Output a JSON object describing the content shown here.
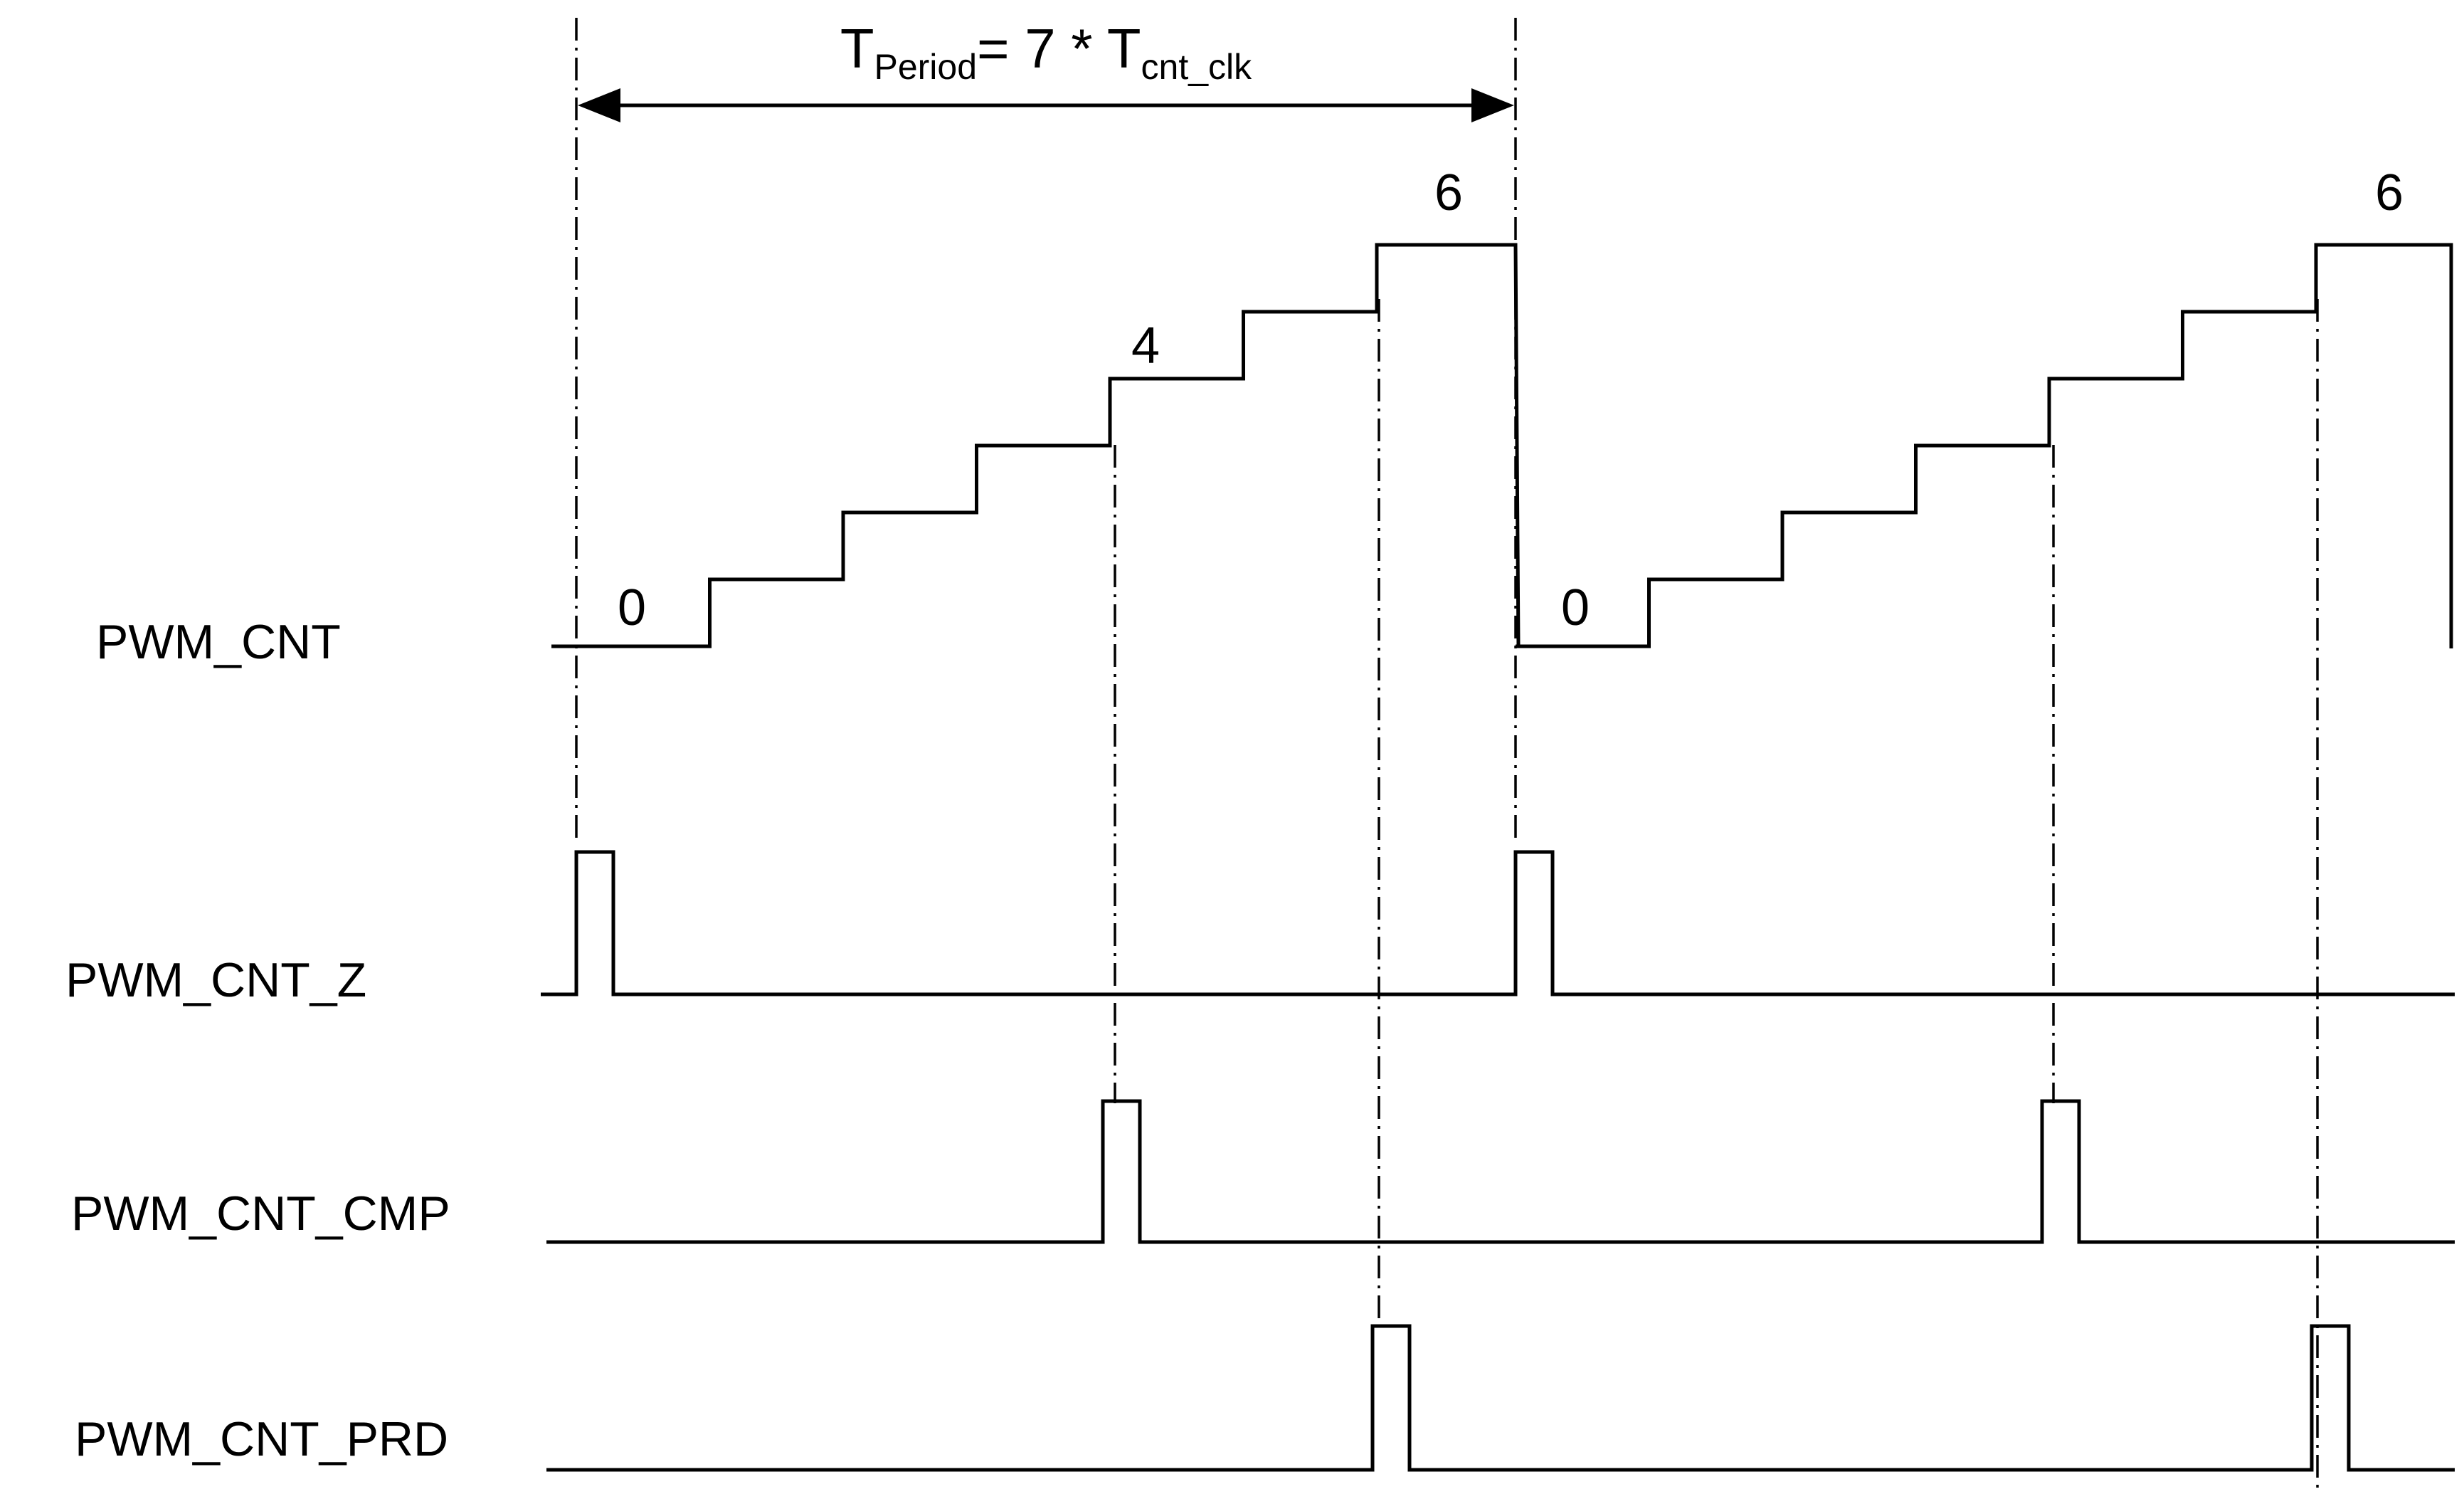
{
  "diagram": {
    "period_label": {
      "t": "T",
      "period_sub": "Period",
      "eq": "= 7 * T",
      "clk_sub": "cnt_clk"
    },
    "signals": [
      {
        "name": "PWM_CNT"
      },
      {
        "name": "PWM_CNT_Z"
      },
      {
        "name": "PWM_CNT_CMP"
      },
      {
        "name": "PWM_CNT_PRD"
      }
    ],
    "counter_labels": {
      "first_zero": "0",
      "compare": "4",
      "first_peak": "6",
      "second_zero": "0",
      "second_peak": "6"
    },
    "counter": {
      "period": 7,
      "compare_value": 4,
      "max_value": 6
    }
  }
}
